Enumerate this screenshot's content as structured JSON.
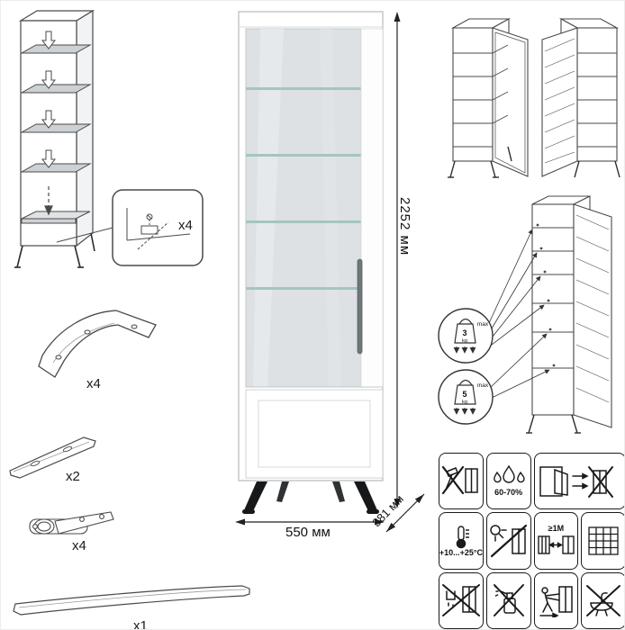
{
  "parts": {
    "shelf_support": {
      "qty_label": "x4"
    },
    "leg_bracket": {
      "qty_label": "x4"
    },
    "mounting_rail": {
      "qty_label": "x2"
    },
    "hinge": {
      "qty_label": "x4"
    },
    "handle": {
      "qty_label": "x1"
    }
  },
  "dimensions": {
    "height_label": "2252 мм",
    "width_label": "550 мм",
    "depth_label": "381 мм"
  },
  "load_limits": {
    "glass_shelves": {
      "value": "3",
      "unit": "kg",
      "qualifier": "max"
    },
    "bottom_shelf": {
      "value": "5",
      "unit": "kg",
      "qualifier": "max"
    }
  },
  "care": {
    "humidity_label": "60-70%",
    "temperature_label": "+10...+25°C",
    "distance_label": "≥1M"
  },
  "colors": {
    "line_art": "#2b2b2b",
    "cabinet_outline": "#c3c7ca",
    "glass_fill": "#dde1e3",
    "glass_shelf": "#a4c5c1",
    "legs": "#17181a",
    "handle_bar": "#70777b"
  }
}
